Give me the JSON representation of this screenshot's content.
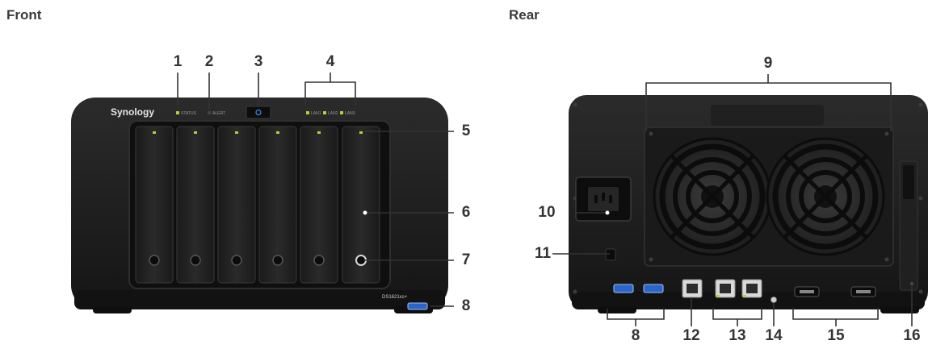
{
  "front": {
    "title": "Front",
    "brand": "Synology",
    "model": "DS1621xs+",
    "indicators": [
      "STATUS",
      "ALERT"
    ],
    "lan_labels": [
      "LAN1",
      "LAN2",
      "LAN3"
    ],
    "callouts": [
      "1",
      "2",
      "3",
      "4",
      "5",
      "6",
      "7",
      "8"
    ]
  },
  "rear": {
    "title": "Rear",
    "callouts": [
      "9",
      "10",
      "11",
      "8",
      "12",
      "13",
      "14",
      "15",
      "16"
    ]
  },
  "colors": {
    "chassis": "#1c1c1c",
    "led_green": "#a8d63a",
    "power_blue": "#2f7bd6",
    "usb_blue": "#2a66c9",
    "callout_line": "#333333"
  }
}
